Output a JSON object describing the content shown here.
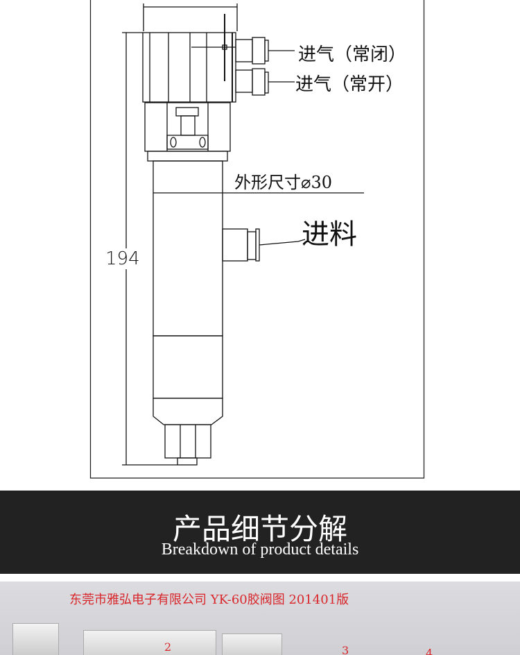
{
  "drawing": {
    "labels": {
      "air_in_nc": "进气（常闭）",
      "air_in_no": "进气（常开）",
      "outer_dim": "外形尺寸⌀30",
      "material_in": "进料",
      "height": "194"
    }
  },
  "section": {
    "title_zh": "产品细节分解",
    "title_en": "Breakdown of product details"
  },
  "photo": {
    "caption": "东莞市雅弘电子有限公司 YK-60胶阀图   201401版",
    "part_numbers": [
      "2",
      "3",
      "4"
    ]
  }
}
